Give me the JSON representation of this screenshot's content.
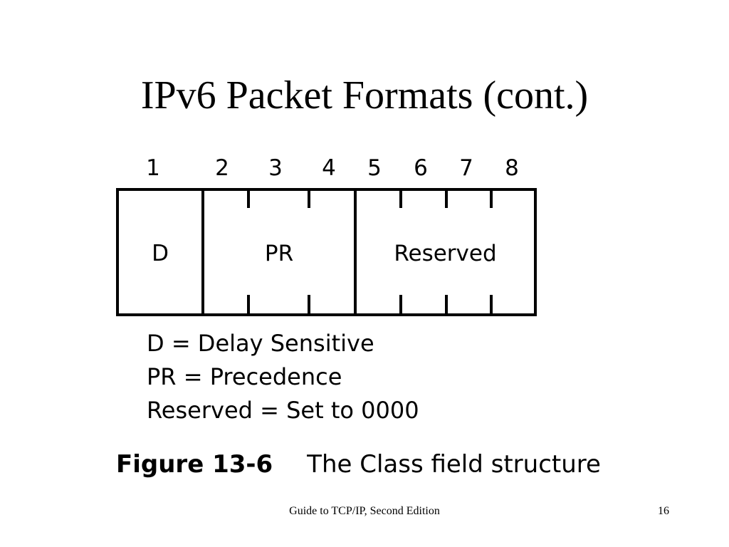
{
  "slide": {
    "title": "IPv6 Packet Formats (cont.)"
  },
  "figure": {
    "bit_numbers": [
      "1",
      "2",
      "3",
      "4",
      "5",
      "6",
      "7",
      "8"
    ],
    "fields": [
      {
        "label": "D",
        "bits": 1
      },
      {
        "label": "PR",
        "bits": 3
      },
      {
        "label": "Reserved",
        "bits": 4
      }
    ],
    "legend": [
      "D = Delay Sensitive",
      "PR = Precedence",
      "Reserved = Set to 0000"
    ],
    "caption_number": "Figure 13-6",
    "caption_text": "The Class field structure"
  },
  "footer": {
    "text": "Guide to TCP/IP, Second Edition",
    "page_number": "16"
  }
}
